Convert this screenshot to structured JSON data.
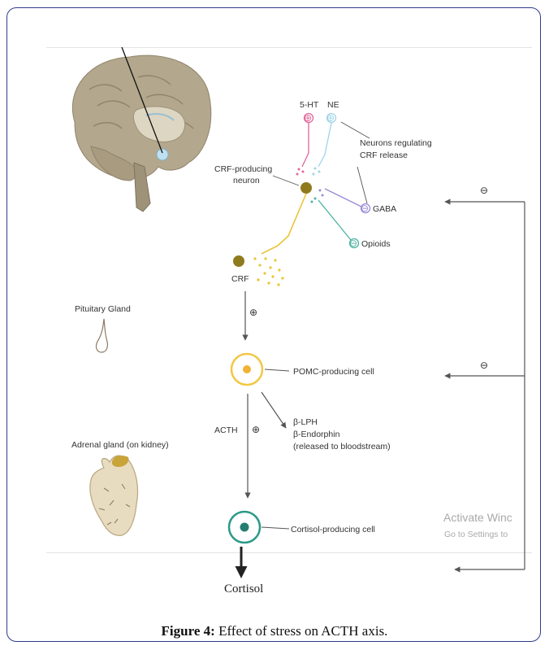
{
  "figure": {
    "caption_label": "Figure 4:",
    "caption_text": " Effect of stress on ACTH axis."
  },
  "labels": {
    "serotonin": "5-HT",
    "norepinephrine": "NE",
    "regulating_neurons_line1": "Neurons regulating",
    "regulating_neurons_line2": "CRF release",
    "crf_neuron_line1": "CRF-producing",
    "crf_neuron_line2": "neuron",
    "gaba": "GABA",
    "opioids": "Opioids",
    "crf": "CRF",
    "pituitary": "Pituitary Gland",
    "pomc_cell": "POMC-producing cell",
    "acth": "ACTH",
    "b_lph": "β-LPH",
    "b_endorphin": "β-Endorphin",
    "released_note": "(released to bloodstream)",
    "adrenal": "Adrenal gland (on kidney)",
    "cortisol_cell": "Cortisol-producing cell",
    "cortisol": "Cortisol"
  },
  "symbols": {
    "plus": "⊕",
    "minus": "⊖"
  },
  "watermark": {
    "line1": "Activate Winc",
    "line2": "Go to Settings to"
  },
  "colors": {
    "frame_border": "#2e3a8c",
    "serotonin_pink": "#e0679a",
    "ne_lightblue": "#9fd4e6",
    "gaba_purple": "#9b8ad6",
    "opioid_teal": "#4fb3a3",
    "crf_olive": "#8f7a1e",
    "crf_axon_yellow": "#e9c53a",
    "pomc_ring": "#f2c744",
    "pomc_core": "#f2b233",
    "cortisol_ring": "#2a9a88",
    "brain": "#b3a78d",
    "adrenal_body": "#e8dcc0",
    "adrenal_cap": "#c9a43a"
  }
}
